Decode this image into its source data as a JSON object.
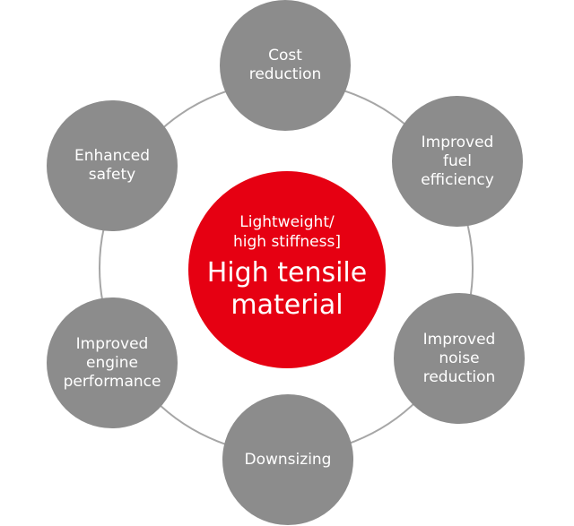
{
  "colors": {
    "center_fill": "#e60012",
    "node_fill": "#8c8c8c",
    "ring_stroke": "#a6a6a6",
    "text": "#ffffff"
  },
  "center": {
    "subtitle": "Lightweight/\nhigh stiffness]",
    "title": "High tensile\nmaterial"
  },
  "benefits": {
    "cost": "Cost\nreduction",
    "fuel": "Improved\nfuel\nefficiency",
    "noise": "Improved\nnoise\nreduction",
    "downsizing": "Downsizing",
    "engine": "Improved\nengine\nperformance",
    "safety": "Enhanced\nsafety"
  }
}
